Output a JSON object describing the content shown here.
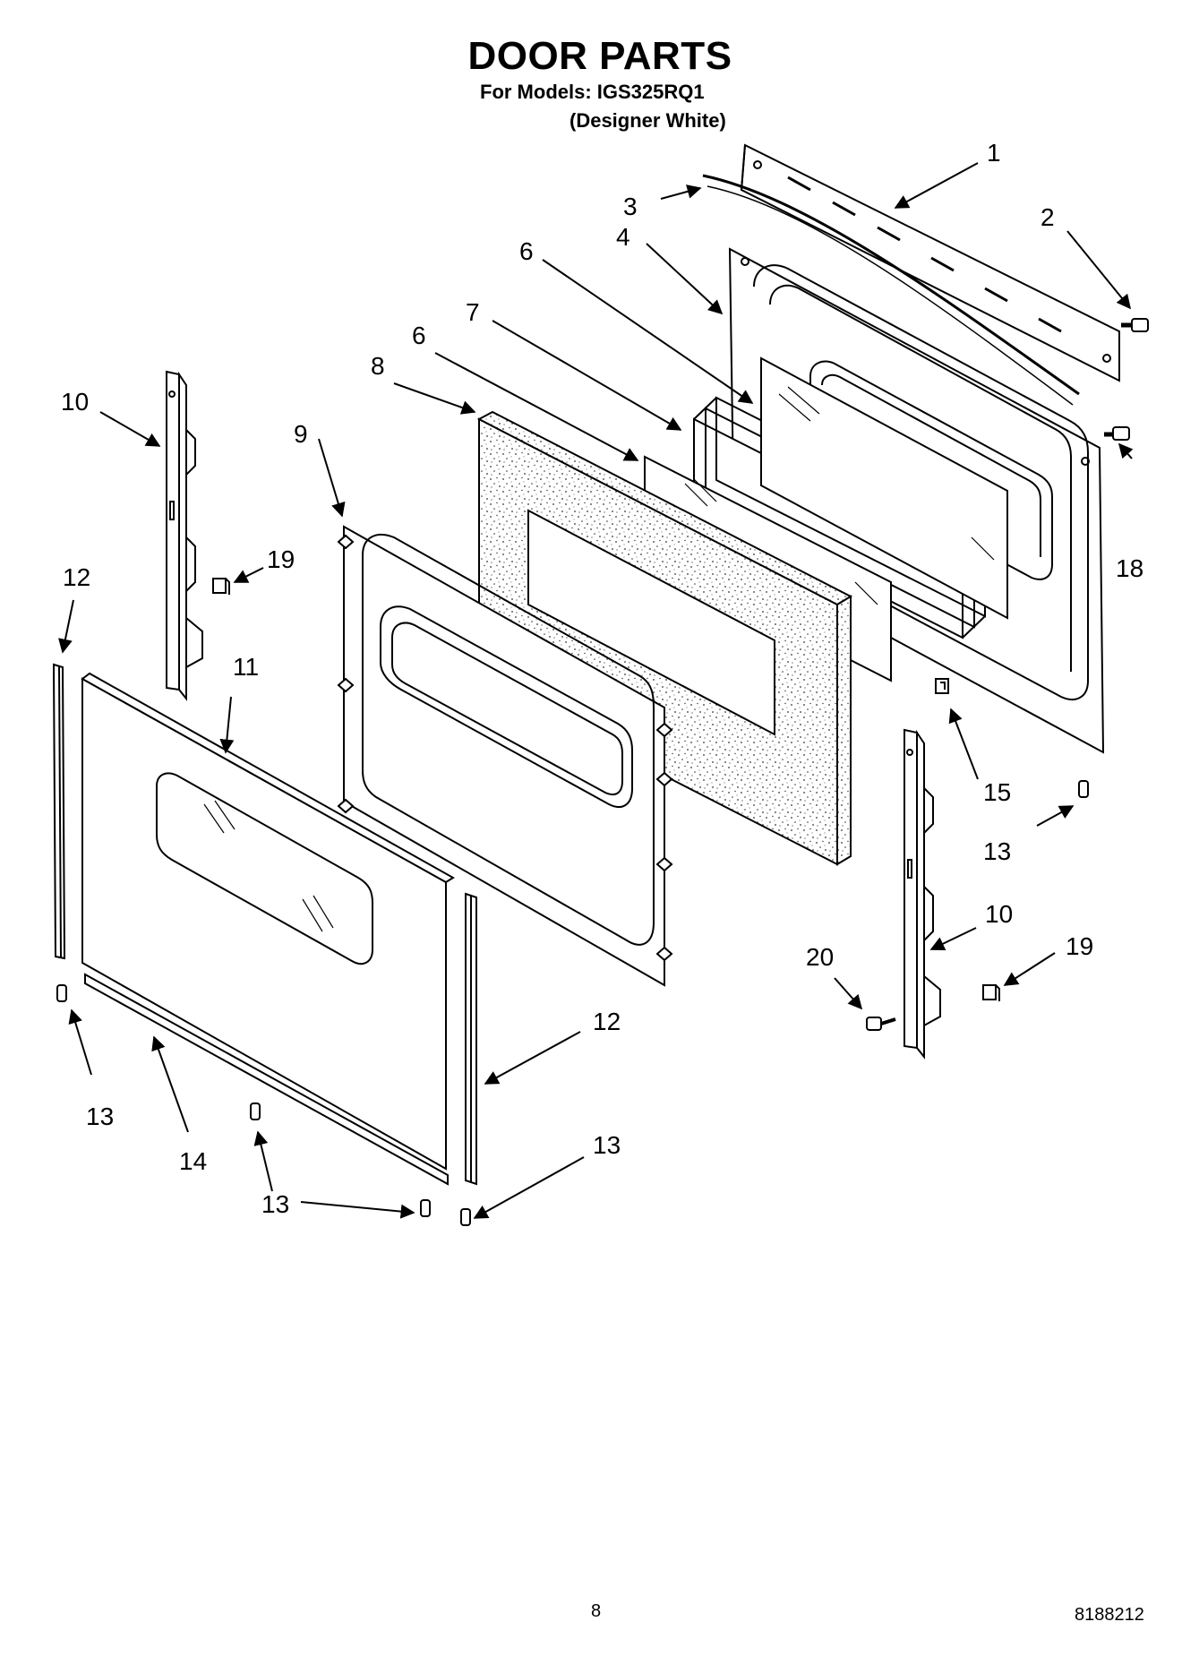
{
  "header": {
    "title": "DOOR PARTS",
    "models_line": "For Models: IGS325RQ1",
    "variant_line": "(Designer White)"
  },
  "callouts": [
    "1",
    "2",
    "3",
    "4",
    "6",
    "7",
    "6",
    "8",
    "9",
    "10",
    "19",
    "12",
    "11",
    "18",
    "15",
    "13",
    "10",
    "20",
    "19",
    "12",
    "13",
    "14",
    "13",
    "13"
  ],
  "footer": {
    "page_number": "8",
    "document_code": "8188212"
  }
}
